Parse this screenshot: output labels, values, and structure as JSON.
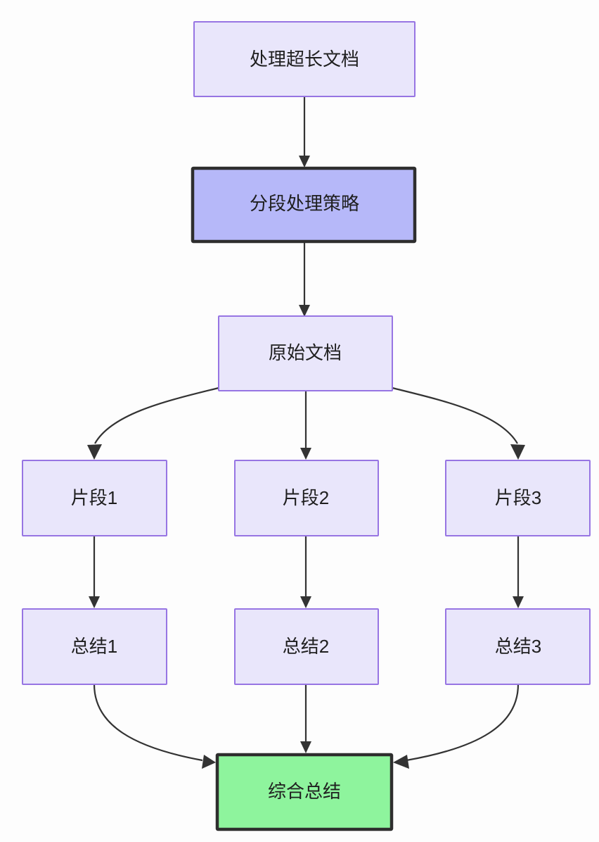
{
  "diagram": {
    "type": "flowchart",
    "direction": "top-to-bottom",
    "background_color": "#fdfdfd",
    "edge_color": "#333333",
    "nodes": [
      {
        "id": "long-doc",
        "label": "处理超长文档",
        "style": "default",
        "fill": "#e9e6fb",
        "stroke": "#9775e3"
      },
      {
        "id": "chunk-strategy",
        "label": "分段处理策略",
        "style": "emphasis",
        "fill": "#b6b8f9",
        "stroke": "#2e2e2e"
      },
      {
        "id": "source-doc",
        "label": "原始文档",
        "style": "default",
        "fill": "#e9e6fb",
        "stroke": "#9775e3"
      },
      {
        "id": "fragment-1",
        "label": "片段1",
        "style": "default",
        "fill": "#e9e6fb",
        "stroke": "#9775e3"
      },
      {
        "id": "fragment-2",
        "label": "片段2",
        "style": "default",
        "fill": "#e9e6fb",
        "stroke": "#9775e3"
      },
      {
        "id": "fragment-3",
        "label": "片段3",
        "style": "default",
        "fill": "#e9e6fb",
        "stroke": "#9775e3"
      },
      {
        "id": "summary-1",
        "label": "总结1",
        "style": "default",
        "fill": "#e9e6fb",
        "stroke": "#9775e3"
      },
      {
        "id": "summary-2",
        "label": "总结2",
        "style": "default",
        "fill": "#e9e6fb",
        "stroke": "#9775e3"
      },
      {
        "id": "summary-3",
        "label": "总结3",
        "style": "default",
        "fill": "#e9e6fb",
        "stroke": "#9775e3"
      },
      {
        "id": "final-summary",
        "label": "综合总结",
        "style": "result",
        "fill": "#8ef49d",
        "stroke": "#2e2e2e"
      }
    ],
    "edges": [
      {
        "from": "long-doc",
        "to": "chunk-strategy",
        "shape": "straight"
      },
      {
        "from": "chunk-strategy",
        "to": "source-doc",
        "shape": "straight"
      },
      {
        "from": "source-doc",
        "to": "fragment-1",
        "shape": "curved"
      },
      {
        "from": "source-doc",
        "to": "fragment-2",
        "shape": "straight"
      },
      {
        "from": "source-doc",
        "to": "fragment-3",
        "shape": "curved"
      },
      {
        "from": "fragment-1",
        "to": "summary-1",
        "shape": "straight"
      },
      {
        "from": "fragment-2",
        "to": "summary-2",
        "shape": "straight"
      },
      {
        "from": "fragment-3",
        "to": "summary-3",
        "shape": "straight"
      },
      {
        "from": "summary-1",
        "to": "final-summary",
        "shape": "curved"
      },
      {
        "from": "summary-2",
        "to": "final-summary",
        "shape": "straight"
      },
      {
        "from": "summary-3",
        "to": "final-summary",
        "shape": "curved"
      }
    ]
  }
}
